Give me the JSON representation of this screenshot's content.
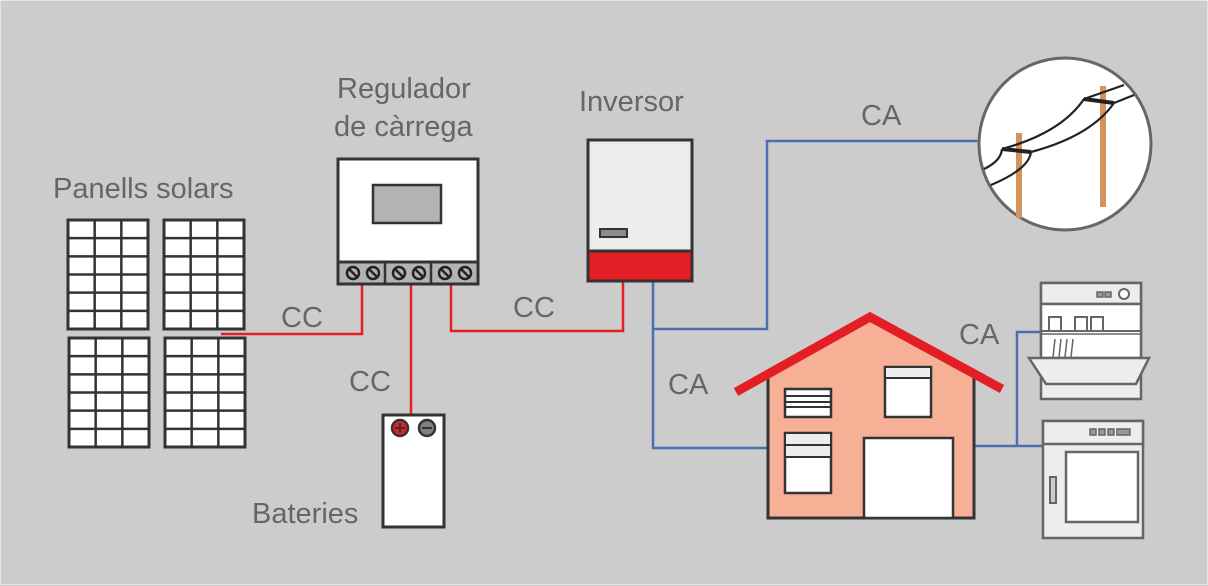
{
  "title": "Instal·lació solar fotovoltaica",
  "labels": {
    "panels": "Panells solars",
    "regulator_line1": "Regulador",
    "regulator_line2": "de càrrega",
    "inverter": "Inversor",
    "batteries": "Bateries",
    "dc_panels": "CC",
    "dc_inverter": "CC",
    "dc_battery": "CC",
    "ac_grid": "CA",
    "ac_house": "CA",
    "ac_appliances": "CA"
  },
  "components": [
    {
      "id": "solar-panels",
      "name": "Panells solars",
      "count": 4,
      "cells": "3x6"
    },
    {
      "id": "charge-regulator",
      "name": "Regulador de càrrega",
      "terminals": 6
    },
    {
      "id": "inverter",
      "name": "Inversor"
    },
    {
      "id": "batteries",
      "name": "Bateries",
      "terminals": [
        "+",
        "-"
      ]
    },
    {
      "id": "power-grid",
      "name": "Xarxa elèctrica"
    },
    {
      "id": "house",
      "name": "Habitatge"
    },
    {
      "id": "dishwasher",
      "name": "Rentaplats"
    },
    {
      "id": "washing-machine",
      "name": "Rentadora"
    }
  ],
  "connections": [
    {
      "from": "solar-panels",
      "to": "charge-regulator",
      "type": "CC"
    },
    {
      "from": "charge-regulator",
      "to": "batteries",
      "type": "CC"
    },
    {
      "from": "charge-regulator",
      "to": "inverter",
      "type": "CC"
    },
    {
      "from": "inverter",
      "to": "power-grid",
      "type": "CA"
    },
    {
      "from": "inverter",
      "to": "house",
      "type": "CA"
    },
    {
      "from": "house",
      "to": "dishwasher",
      "type": "CA"
    },
    {
      "from": "house",
      "to": "washing-machine",
      "type": "CA"
    }
  ],
  "colors": {
    "background": "#cccccc",
    "dc_wire": "#e31e24",
    "ac_wire": "#4a6fb5",
    "roof": "#e31e24",
    "house_wall": "#f5b096",
    "pole": "#d4935a",
    "label": "#666666"
  }
}
